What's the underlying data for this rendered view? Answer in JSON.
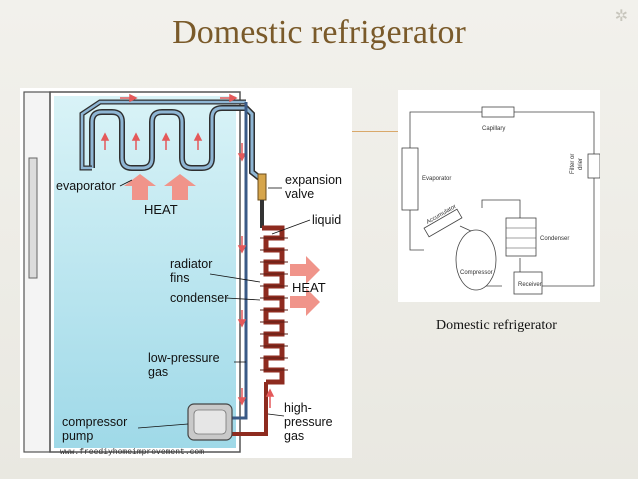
{
  "slide": {
    "title": "Domestic refrigerator",
    "caption": "Domestic refrigerator"
  },
  "fridge_diagram": {
    "labels": {
      "evaporator": "evaporator",
      "heat_top": "HEAT",
      "expansion_valve_1": "expansion",
      "expansion_valve_2": "valve",
      "liquid": "liquid",
      "radiator_fins_1": "radiator",
      "radiator_fins_2": "fins",
      "heat_right": "HEAT",
      "condenser": "condenser",
      "low_pressure_1": "low-pressure",
      "low_pressure_2": "gas",
      "high_pressure_1": "high-",
      "high_pressure_2": "pressure",
      "high_pressure_3": "gas",
      "compressor_1": "compressor",
      "compressor_2": "pump",
      "website": "www.freediyhomeimprovement.com"
    },
    "colors": {
      "interior": "#aee3ef",
      "tube_hot": "#b43b2b",
      "tube_cold": "#3a5a86",
      "arrow_red": "#e4595a",
      "heat_arrow": "#f0948a"
    }
  },
  "schematic": {
    "labels": {
      "capillary": "Capillary",
      "filter_1": "Filter or",
      "filter_2": "drier",
      "evaporator": "Evaporator",
      "accumulator": "Accumulator",
      "condenser": "Condenser",
      "compressor": "Compressor",
      "receiver": "Receiver"
    }
  }
}
